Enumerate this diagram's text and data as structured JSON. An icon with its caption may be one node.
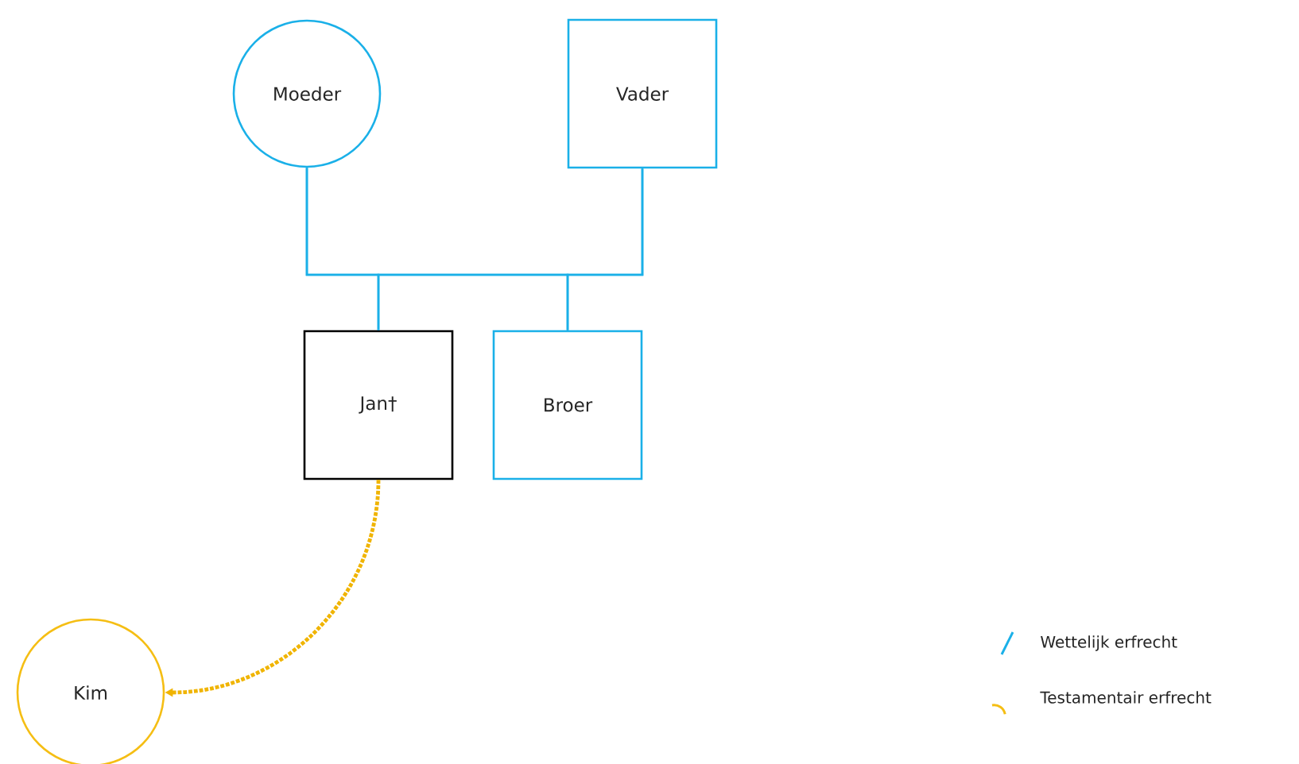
{
  "diagram": {
    "nodes": [
      {
        "text": [
          "Moeder"
        ]
      },
      {
        "text": [
          "Vader"
        ]
      },
      {
        "text": [
          "Jan†"
        ]
      },
      {
        "text": [
          "Broer"
        ]
      },
      {
        "text": [
          "Kim"
        ]
      }
    ],
    "edges": [
      {
        "from": 0,
        "to": 2,
        "arrow": "none"
      },
      {
        "from": 0,
        "to": 3,
        "arrow": "none"
      },
      {
        "from": 1,
        "to": 2,
        "arrow": "none"
      },
      {
        "from": 1,
        "to": 3,
        "arrow": "none"
      },
      {
        "from": 2,
        "to": 4,
        "arrow": "to",
        "style": "dashed",
        "color": "#f0b400"
      }
    ],
    "legend": [
      {
        "text": "Wettelijk erfrecht"
      },
      {
        "text": "Testamentair erfrecht"
      }
    ]
  }
}
